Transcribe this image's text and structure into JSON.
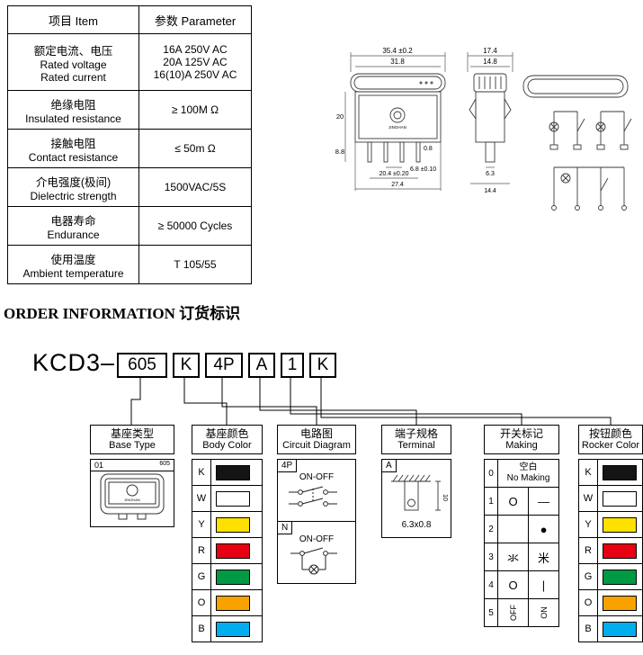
{
  "spec_table": {
    "header": {
      "item": "项目 Item",
      "parameter": "参数 Parameter"
    },
    "rows": [
      {
        "zh": "额定电流、电压",
        "en_lines": [
          "Rated voltage",
          "Rated current"
        ],
        "param_lines": [
          "16A 250V AC",
          "20A 125V AC",
          "16(10)A 250V AC"
        ]
      },
      {
        "zh": "绝缘电阻",
        "en_lines": [
          "Insulated resistance"
        ],
        "param_lines": [
          "≥ 100M Ω"
        ]
      },
      {
        "zh": "接触电阻",
        "en_lines": [
          "Contact resistance"
        ],
        "param_lines": [
          "≤ 50m Ω"
        ]
      },
      {
        "zh": "介电强度(极间)",
        "en_lines": [
          "Dielectric strength"
        ],
        "param_lines": [
          "1500VAC/5S"
        ]
      },
      {
        "zh": "电器寿命",
        "en_lines": [
          "Endurance"
        ],
        "param_lines": [
          "≥ 50000 Cycles"
        ]
      },
      {
        "zh": "使用温度",
        "en_lines": [
          "Ambient temperature"
        ],
        "param_lines": [
          "T 105/55"
        ]
      }
    ]
  },
  "drawing": {
    "front": {
      "dim_outer_w": "35.4 ±0.2",
      "dim_inner_w": "31.8",
      "dim_body_h": "20",
      "dim_pin_h": "8.8",
      "dim_pin_t": "0.8",
      "dim_pitch": "6.8 ±0.10",
      "dim_span": "20.4 ±0.20",
      "dim_total_w": "27.4",
      "logo": "JINGHAN"
    },
    "side": {
      "dim_outer_w": "17.4",
      "dim_inner_w": "14.8",
      "dim_tab": "6.3",
      "dim_base": "14.4"
    }
  },
  "order": {
    "title": "ORDER INFORMATION 订货标识",
    "prefix": "KCD3–",
    "parts": [
      "605",
      "K",
      "4P",
      "A",
      "1",
      "K"
    ]
  },
  "base_type": {
    "title_zh": "基座类型",
    "title_en": "Base Type",
    "code": "01",
    "model": "605",
    "logo": "JINGHAN"
  },
  "body_color": {
    "title_zh": "基座颜色",
    "title_en": "Body Color",
    "options": [
      {
        "code": "K",
        "color": "#141414"
      },
      {
        "code": "W",
        "color": "#ffffff"
      },
      {
        "code": "Y",
        "color": "#ffe100"
      },
      {
        "code": "R",
        "color": "#e60012"
      },
      {
        "code": "G",
        "color": "#009944"
      },
      {
        "code": "O",
        "color": "#f8a200"
      },
      {
        "code": "B",
        "color": "#00aeef"
      }
    ]
  },
  "circuit": {
    "title_zh": "电路图",
    "title_en": "Circuit Diagram",
    "items": [
      {
        "code": "4P",
        "label": "ON-OFF"
      },
      {
        "code": "N",
        "label": "ON-OFF"
      }
    ]
  },
  "terminal": {
    "title_zh": "端子规格",
    "title_en": "Terminal",
    "code": "A",
    "dim_height": "10",
    "dim_size": "6.3x0.8"
  },
  "making": {
    "title_zh": "开关标记",
    "title_en": "Making",
    "rows": [
      {
        "n": "0",
        "a": "空白",
        "b": "No Making"
      },
      {
        "n": "1",
        "a": "O",
        "b": "—"
      },
      {
        "n": "2",
        "a": "",
        "b": "●"
      },
      {
        "n": "3",
        "a": "氺",
        "b": "米"
      },
      {
        "n": "4",
        "a": "O",
        "b": "|"
      },
      {
        "n": "5",
        "a": "OFF",
        "b": "ON"
      }
    ]
  },
  "rocker_color": {
    "title_zh": "按钮颜色",
    "title_en": "Rocker Color",
    "options": [
      {
        "code": "K",
        "color": "#141414"
      },
      {
        "code": "W",
        "color": "#ffffff"
      },
      {
        "code": "Y",
        "color": "#ffe100"
      },
      {
        "code": "R",
        "color": "#e60012"
      },
      {
        "code": "G",
        "color": "#009944"
      },
      {
        "code": "O",
        "color": "#f8a200"
      },
      {
        "code": "B",
        "color": "#00aeef"
      }
    ]
  }
}
